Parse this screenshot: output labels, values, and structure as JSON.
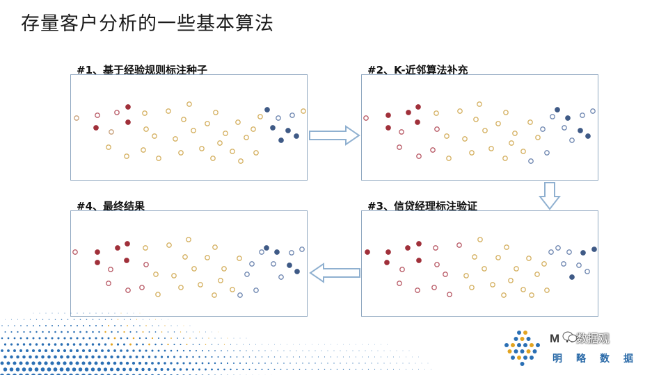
{
  "slide": {
    "title": "存量客户分析的一些基本算法"
  },
  "panels": [
    {
      "id": "p1",
      "label": "#1、基于经验规则标注种子"
    },
    {
      "id": "p2",
      "label": "#2、K-近邻算法补充"
    },
    {
      "id": "p3",
      "label": "#3、信贷经理标注验证"
    },
    {
      "id": "p4",
      "label": "#4、最终结果"
    }
  ],
  "colors": {
    "red_filled": "#a0303a",
    "red_hollow": "#b85a66",
    "yellow_hollow": "#d4b060",
    "blue_filled": "#3f5a86",
    "blue_hollow": "#6e86b0",
    "gray_hollow": "#c7a07a",
    "panel_border": "#8fa7c0",
    "arrow": "#8fb0d0",
    "footer_blue": "#2a6fb4",
    "footer_yellow": "#e2a421"
  },
  "brand": {
    "latin": "M  N",
    "chinese": "明略数据",
    "wechat_label": "数据观",
    "icon": "wechat-icon"
  }
}
